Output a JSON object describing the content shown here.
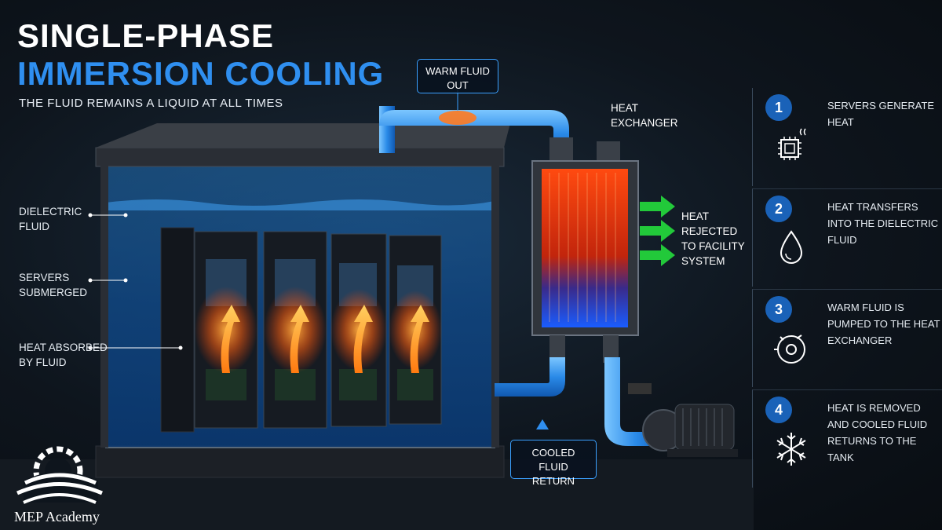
{
  "title_line1": "SINGLE-PHASE",
  "title_line2": "IMMERSION COOLING",
  "subtitle": "THE FLUID REMAINS A LIQUID AT ALL TIMES",
  "tank_callouts": [
    {
      "line1": "DIELECTRIC",
      "line2": "FLUID"
    },
    {
      "line1": "SERVERS",
      "line2": "SUBMERGED"
    },
    {
      "line1": "HEAT ABSORBED",
      "line2": "BY FLUID"
    }
  ],
  "warm_fluid_out": {
    "line1": "WARM FLUID",
    "line2": "OUT"
  },
  "cooled_fluid_return": {
    "line1": "COOLED FLUID",
    "line2": "RETURN"
  },
  "heat_exchanger": {
    "line1": "HEAT",
    "line2": "EXCHANGER"
  },
  "heat_rejected": {
    "line1": "HEAT",
    "line2": "REJECTED",
    "line3": "TO FACILITY",
    "line4": "SYSTEM"
  },
  "steps": [
    {
      "number": "1",
      "icon": "cpu-heat-icon",
      "text": "SERVERS GENERATE HEAT"
    },
    {
      "number": "2",
      "icon": "droplet-icon",
      "text": "HEAT TRANSFERS INTO THE DIELECTRIC FLUID"
    },
    {
      "number": "3",
      "icon": "pump-icon",
      "text": "WARM FLUID IS PUMPED TO THE HEAT EXCHANGER"
    },
    {
      "number": "4",
      "icon": "snowflake-icon",
      "text": "HEAT IS REMOVED AND COOLED FLUID RETURNS TO THE TANK"
    }
  ],
  "logo_text": "MEP Academy",
  "colors": {
    "accent_blue": "#2f8ff0",
    "hot_orange": "#ff6a1a",
    "arrow_green": "#22c93a"
  }
}
